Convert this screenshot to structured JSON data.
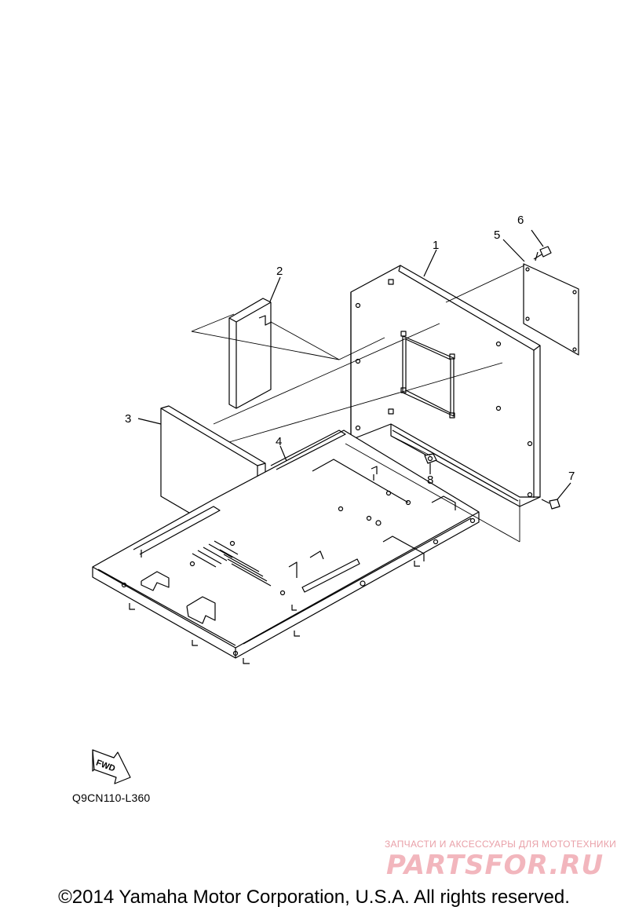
{
  "callouts": [
    {
      "id": "1",
      "label": "1"
    },
    {
      "id": "2",
      "label": "2"
    },
    {
      "id": "3",
      "label": "3"
    },
    {
      "id": "4",
      "label": "4"
    },
    {
      "id": "5",
      "label": "5"
    },
    {
      "id": "6",
      "label": "6"
    },
    {
      "id": "7",
      "label": "7"
    },
    {
      "id": "8",
      "label": "8"
    }
  ],
  "fwd_label": "FWD",
  "diagram_code": "Q9CN110-L360",
  "copyright": "©2014 Yamaha Motor Corporation, U.S.A. All rights reserved.",
  "watermark": {
    "subtitle": "ЗАПЧАСТИ И АКСЕССУАРЫ ДЛЯ МОТОТЕХНИКИ",
    "brand": "PARTSFOR.RU"
  }
}
